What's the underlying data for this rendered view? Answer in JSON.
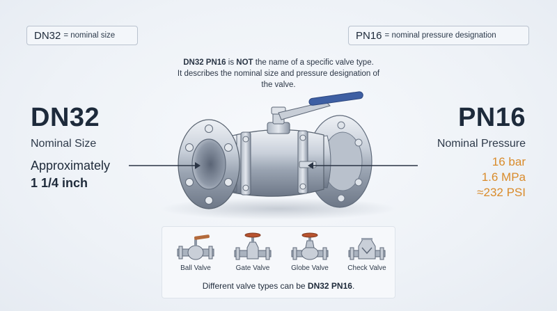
{
  "box_left": {
    "code": "DN32",
    "definition": "= nominal size"
  },
  "box_right": {
    "code": "PN16",
    "definition": "= nominal pressure designation"
  },
  "note": {
    "part1": "DN32 PN16",
    "part2": " is ",
    "part3": "NOT",
    "part4": " the name of a specific valve type.",
    "line2": "It describes the nominal size and pressure designation of",
    "line3": "the valve."
  },
  "left": {
    "code": "DN32",
    "label": "Nominal Size",
    "approx": "Approximately",
    "inch": "1 1/4 inch"
  },
  "right": {
    "code": "PN16",
    "label": "Nominal Pressure",
    "bar": "16 bar",
    "mpa": "1.6 MPa",
    "psi": "≈232 PSI"
  },
  "valve_types": [
    {
      "label": "Ball Valve",
      "icon": "ball-valve-icon"
    },
    {
      "label": "Gate Valve",
      "icon": "gate-valve-icon"
    },
    {
      "label": "Globe Valve",
      "icon": "globe-valve-icon"
    },
    {
      "label": "Check Valve",
      "icon": "check-valve-icon"
    }
  ],
  "footer": {
    "text": "Different valve types can be ",
    "bold": "DN32 PN16",
    "end": "."
  },
  "colors": {
    "accent_orange": "#d98b2b",
    "handle_blue": "#3e5fa3",
    "text_dark": "#1d2a3b"
  }
}
